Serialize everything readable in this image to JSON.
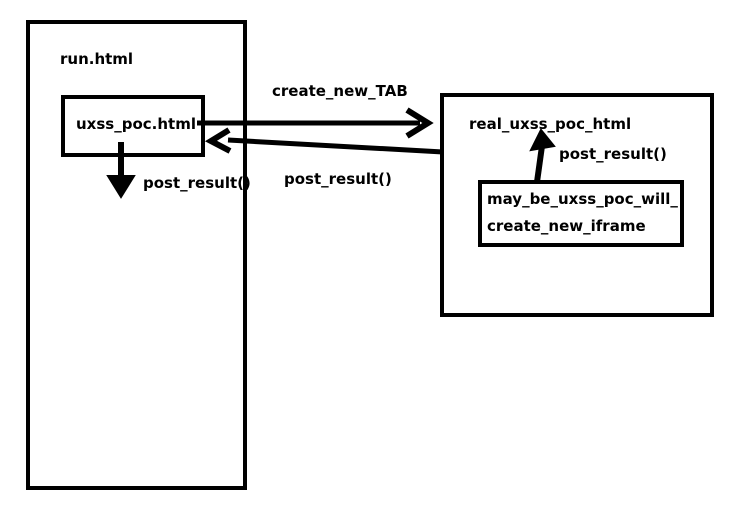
{
  "diagram": {
    "title": "UXSS PoC cross-tab post_result flow",
    "background_color": "#ffffff",
    "stroke_color": "#000000",
    "text_color": "#000000",
    "containers": [
      {
        "id": "run-html-window",
        "label": "run.html",
        "role": "browser-tab-original"
      },
      {
        "id": "new-tab-window",
        "label": "",
        "role": "browser-tab-new"
      }
    ],
    "nodes": {
      "uxss_poc": "uxss_poc.html",
      "real_uxss_poc": "real_uxss_poc_html",
      "iframe_line1": "may_be_uxss_poc_will_",
      "iframe_line2": "create_new_iframe"
    },
    "edges": {
      "create_new_tab": "create_new_TAB",
      "post_result_back": "post_result()",
      "post_result_down": "post_result()",
      "post_result_up": "post_result()"
    }
  }
}
